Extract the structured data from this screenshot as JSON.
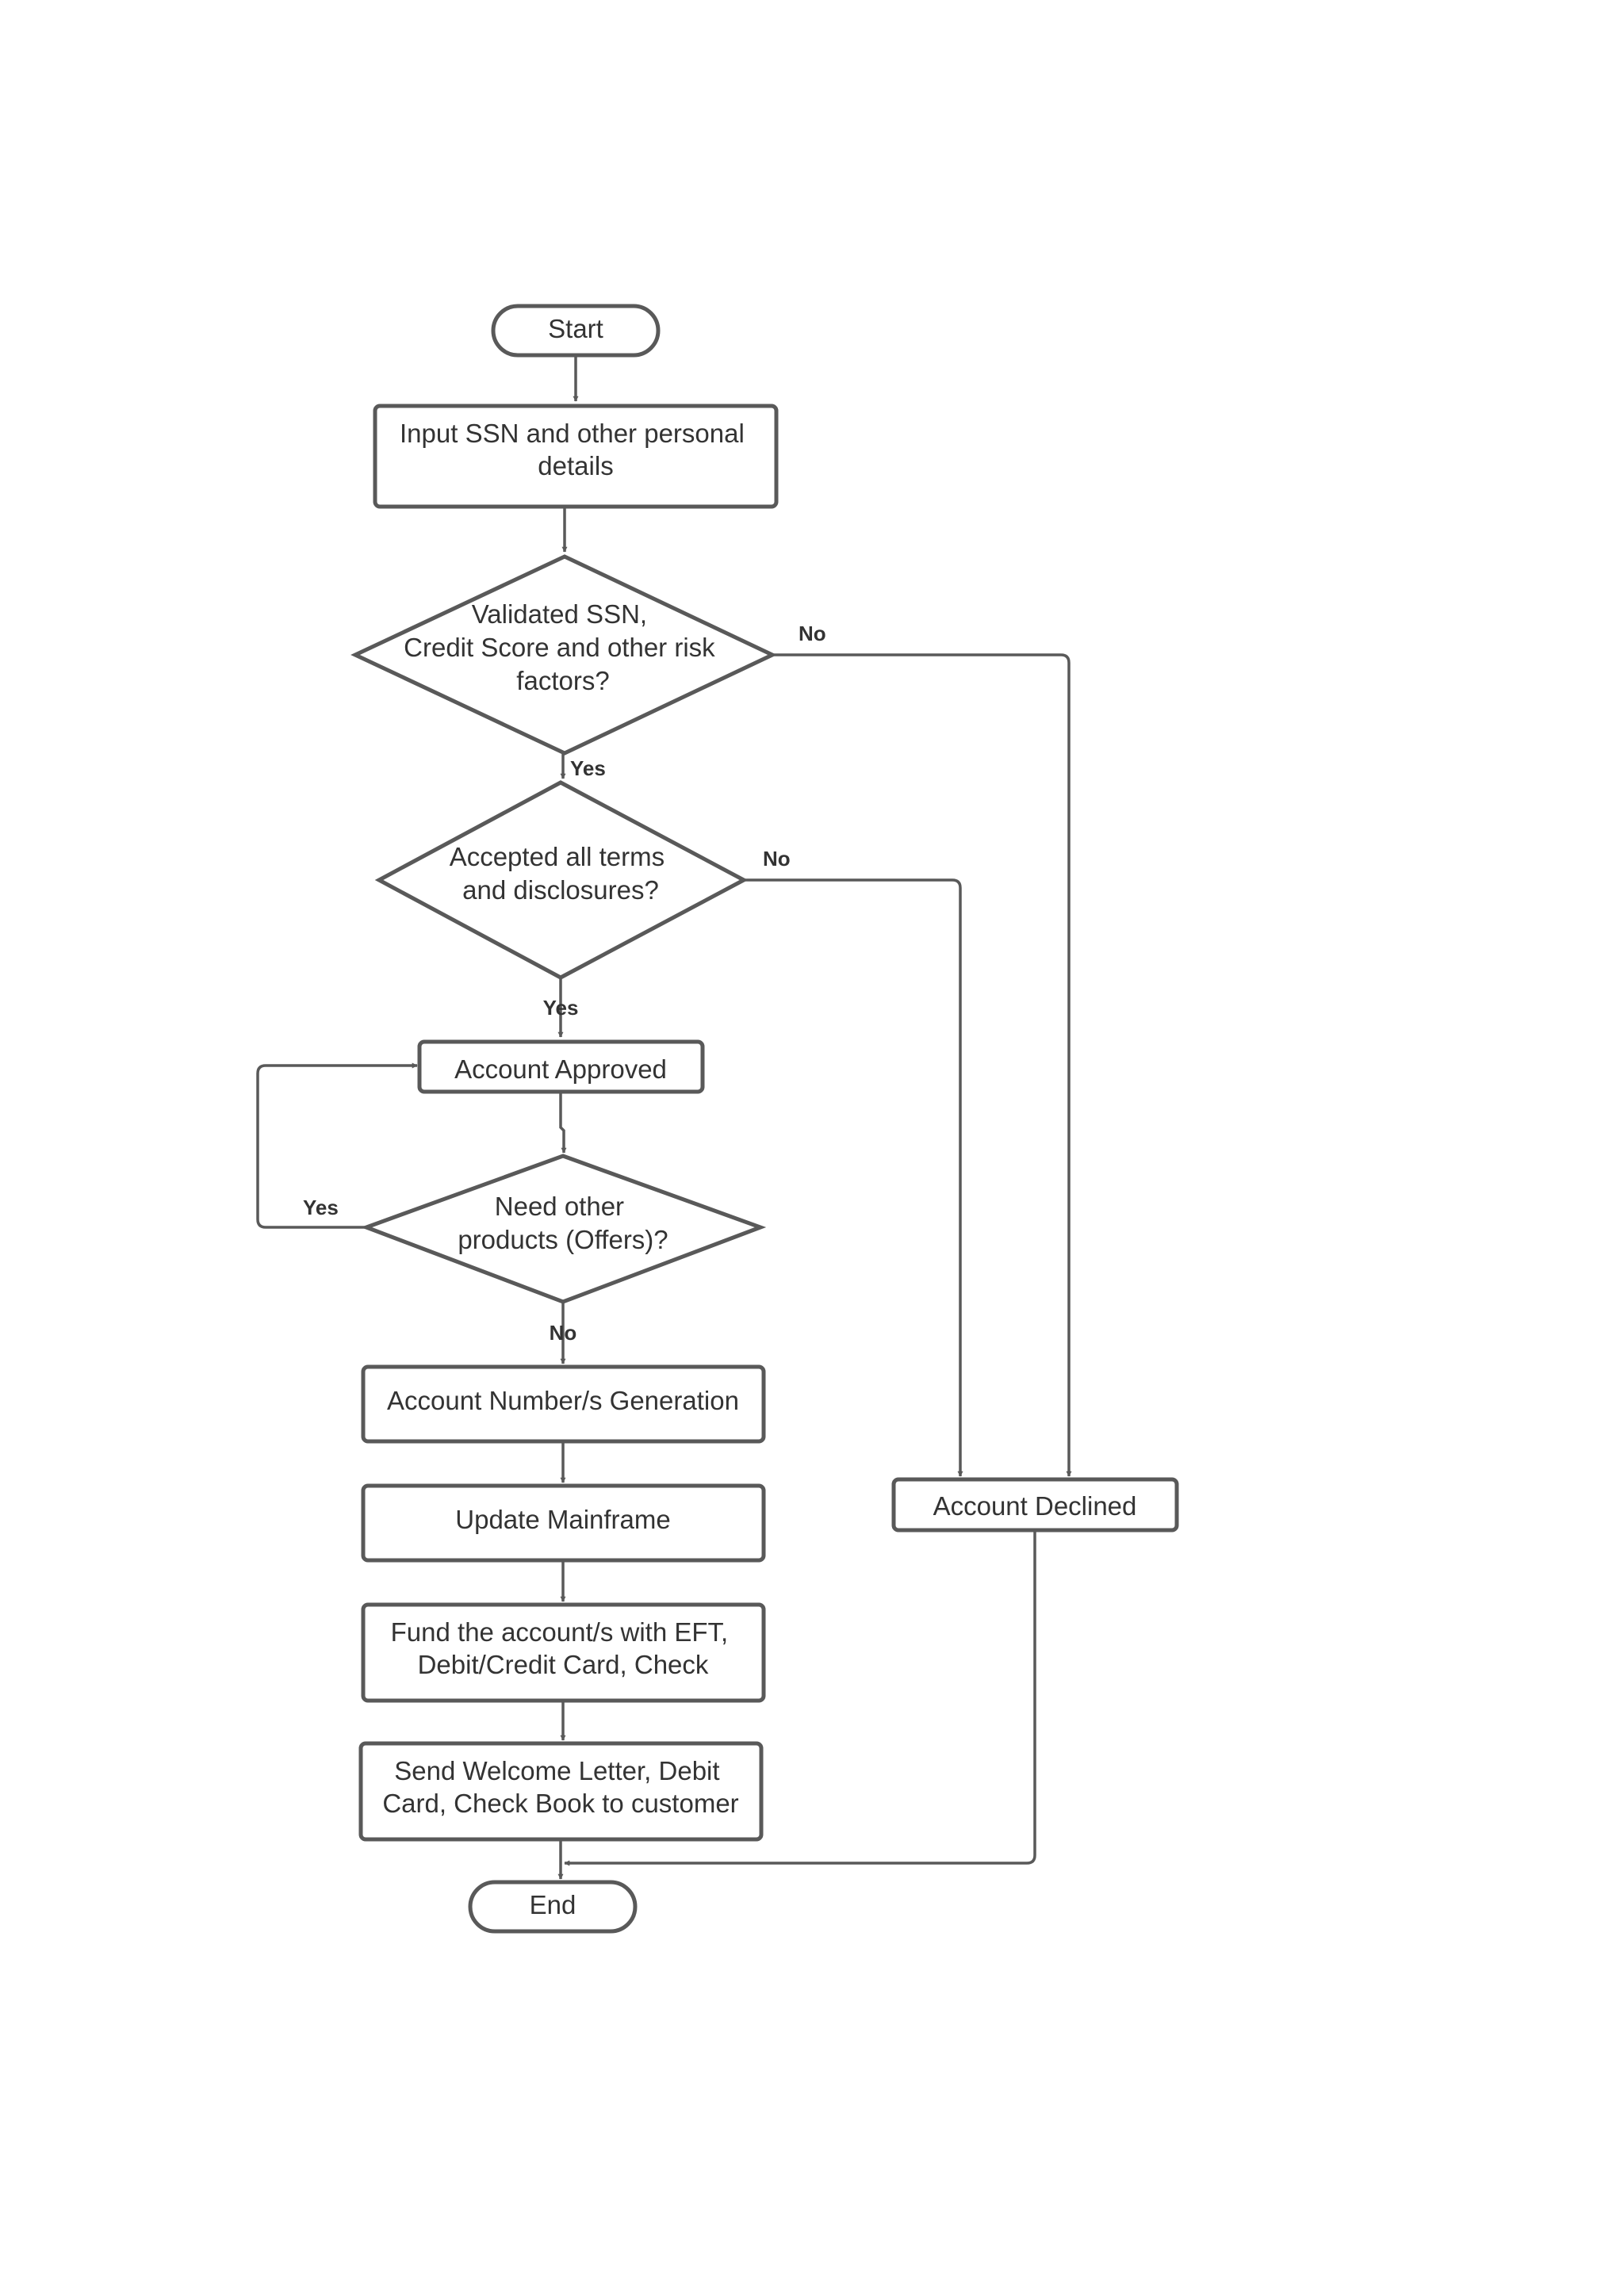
{
  "diagram": {
    "colors": {
      "line": "#595959",
      "text": "#333333",
      "background": "#ffffff"
    },
    "nodes": {
      "start": {
        "shape": "terminator",
        "lines": [
          "Start"
        ]
      },
      "input": {
        "shape": "process",
        "lines": [
          "Input SSN and other personal",
          "details"
        ]
      },
      "validate": {
        "shape": "decision",
        "lines": [
          "Validated SSN,",
          "Credit Score and other risk",
          "factors?"
        ]
      },
      "terms": {
        "shape": "decision",
        "lines": [
          "Accepted all terms",
          "and disclosures?"
        ]
      },
      "approved": {
        "shape": "process",
        "lines": [
          "Account Approved"
        ]
      },
      "offers": {
        "shape": "decision",
        "lines": [
          "Need other",
          "products (Offers)?"
        ]
      },
      "generation": {
        "shape": "process",
        "lines": [
          "Account Number/s Generation"
        ]
      },
      "mainframe": {
        "shape": "process",
        "lines": [
          "Update Mainframe"
        ]
      },
      "fund": {
        "shape": "process",
        "lines": [
          "Fund the account/s with EFT,",
          "Debit/Credit Card, Check"
        ]
      },
      "welcome": {
        "shape": "process",
        "lines": [
          "Send Welcome Letter, Debit",
          "Card, Check Book to customer"
        ]
      },
      "declined": {
        "shape": "process",
        "lines": [
          "Account Declined"
        ]
      },
      "end": {
        "shape": "terminator",
        "lines": [
          "End"
        ]
      }
    },
    "edges": [
      {
        "from": "start",
        "to": "input",
        "label": ""
      },
      {
        "from": "input",
        "to": "validate",
        "label": ""
      },
      {
        "from": "validate",
        "to": "terms",
        "label": "Yes"
      },
      {
        "from": "validate",
        "to": "declined",
        "label": "No"
      },
      {
        "from": "terms",
        "to": "approved",
        "label": "Yes"
      },
      {
        "from": "terms",
        "to": "declined",
        "label": "No"
      },
      {
        "from": "approved",
        "to": "offers",
        "label": ""
      },
      {
        "from": "offers",
        "to": "approved",
        "label": "Yes"
      },
      {
        "from": "offers",
        "to": "generation",
        "label": "No"
      },
      {
        "from": "generation",
        "to": "mainframe",
        "label": ""
      },
      {
        "from": "mainframe",
        "to": "fund",
        "label": ""
      },
      {
        "from": "fund",
        "to": "welcome",
        "label": ""
      },
      {
        "from": "welcome",
        "to": "end",
        "label": ""
      },
      {
        "from": "declined",
        "to": "end",
        "label": ""
      }
    ]
  }
}
